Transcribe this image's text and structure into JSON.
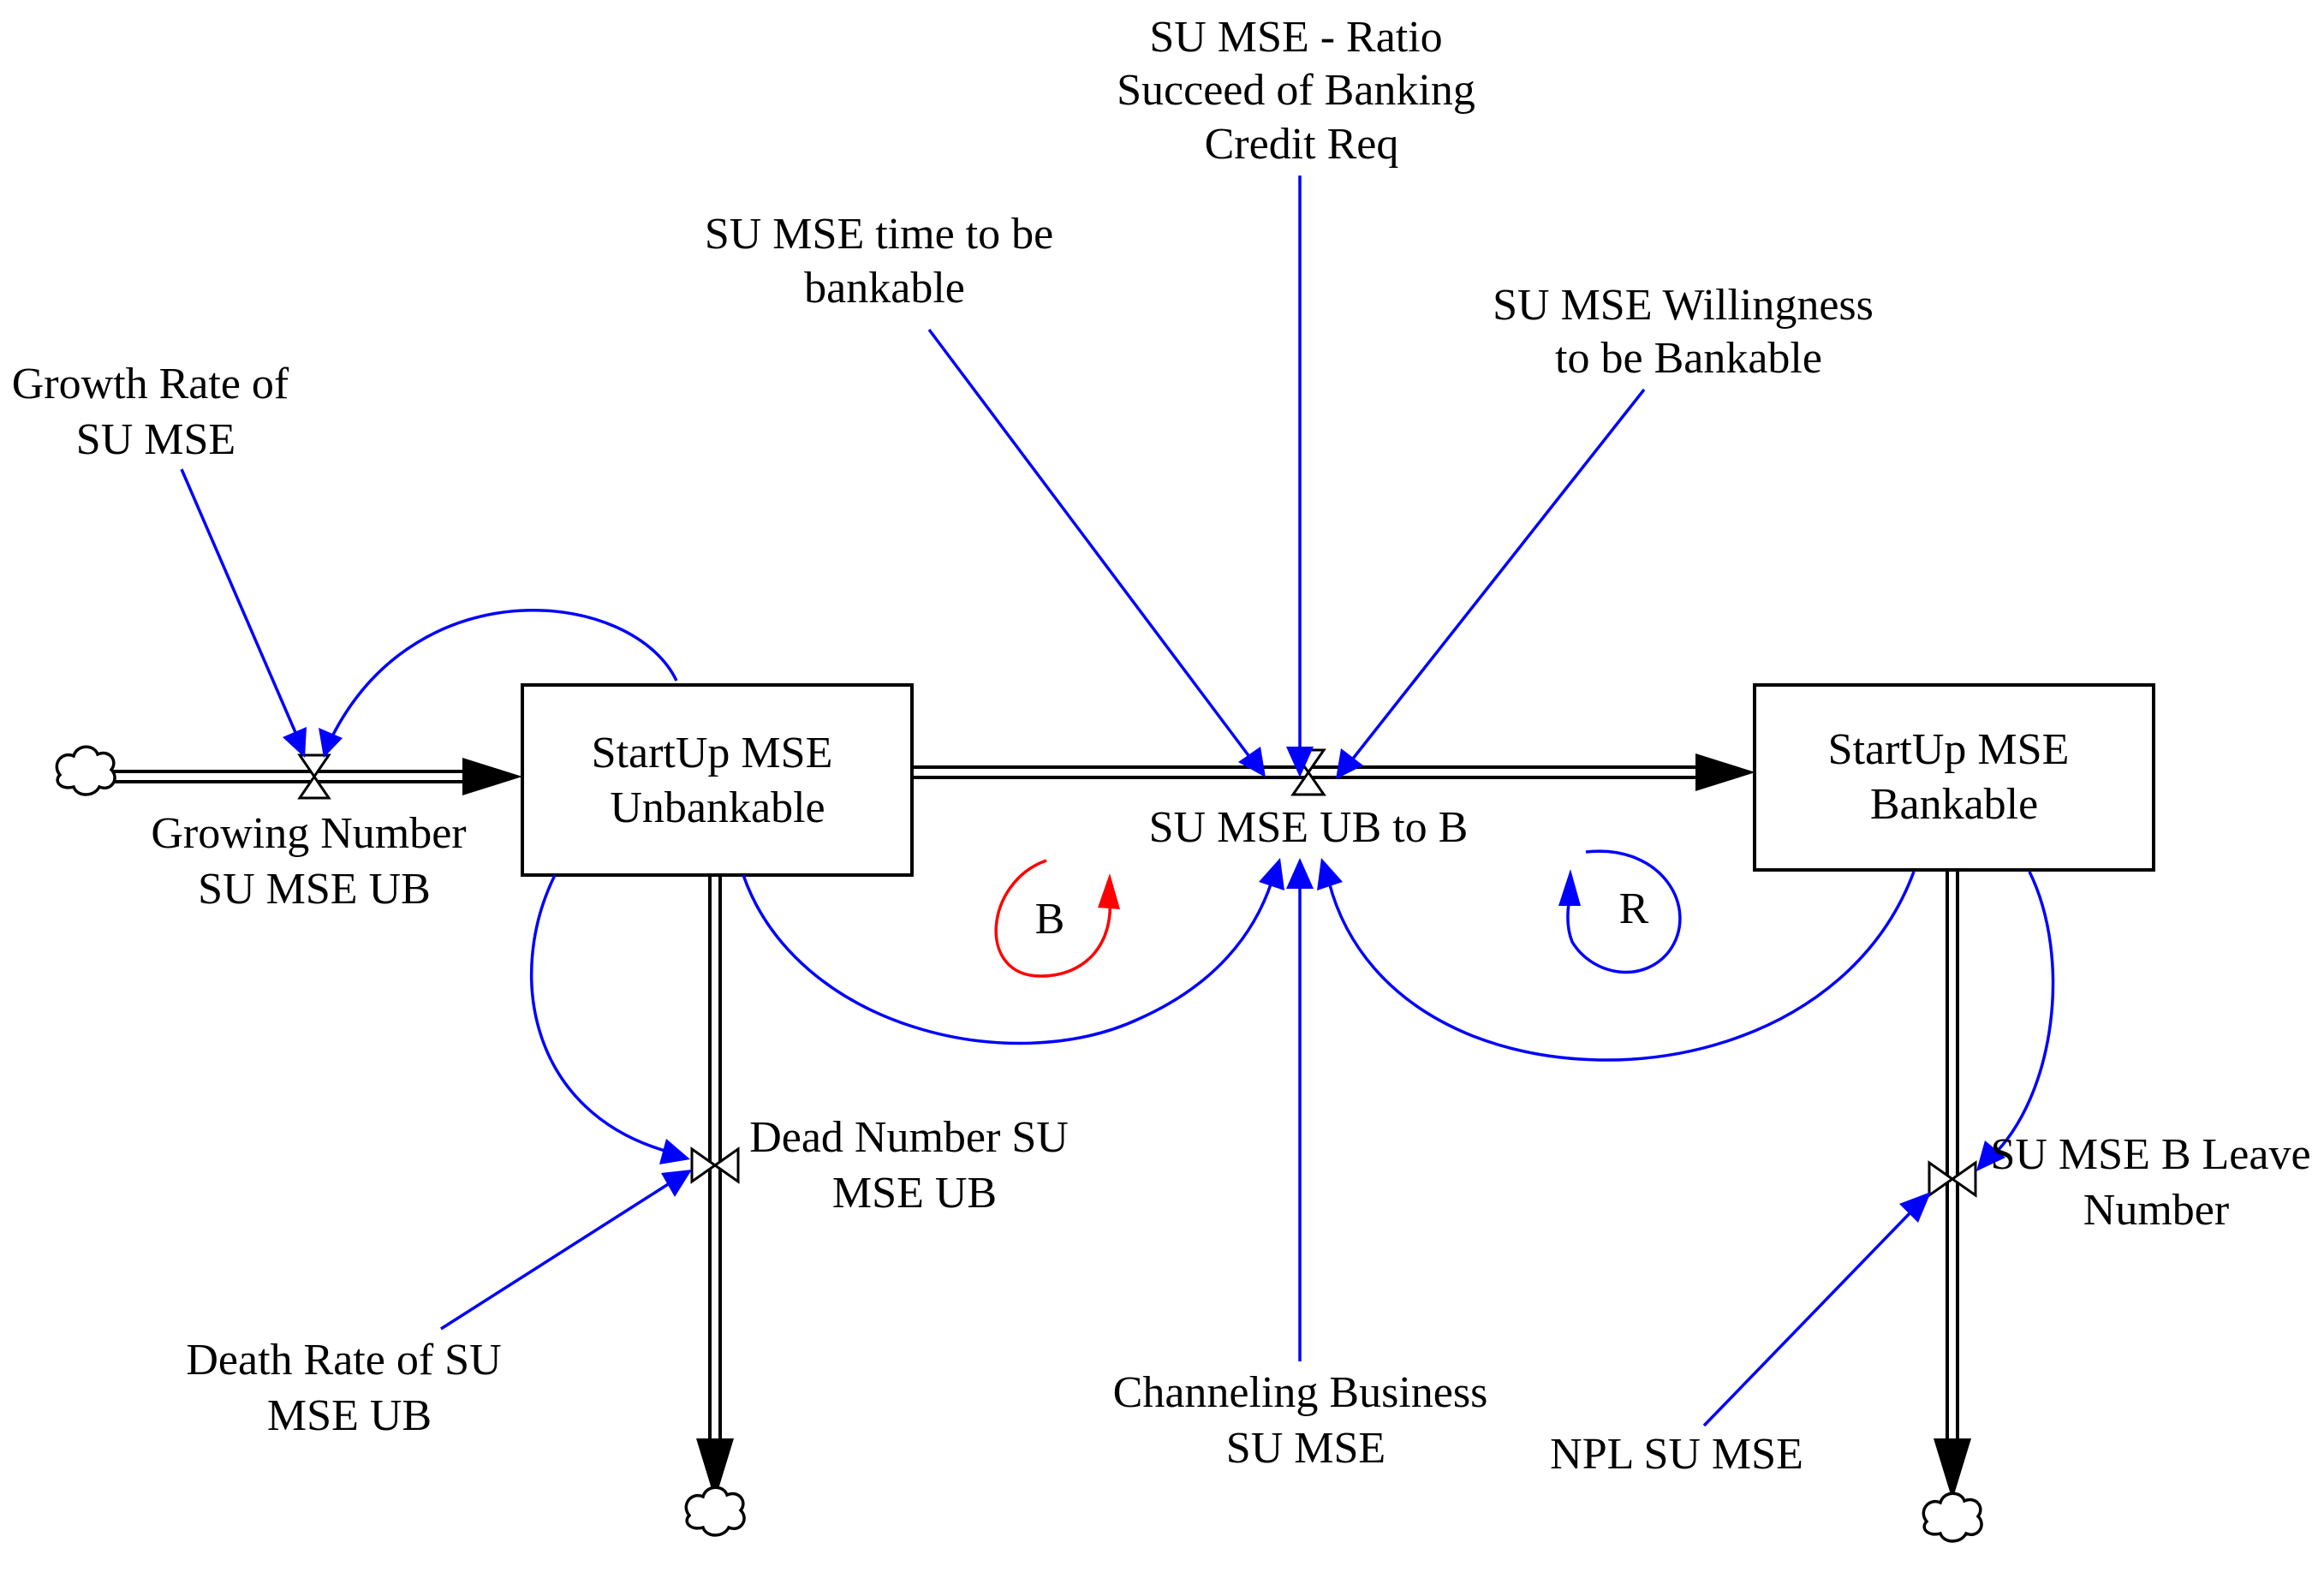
{
  "colors": {
    "link": "#0000ff",
    "balancing_loop": "#ff0000",
    "flow": "#000000",
    "background": "#ffffff"
  },
  "stocks": {
    "unbankable": [
      "StartUp MSE",
      "Unbankable"
    ],
    "bankable": [
      "StartUp MSE",
      "Bankable"
    ]
  },
  "flows": {
    "growing": [
      "Growing Number",
      "SU MSE UB"
    ],
    "ub_to_b": [
      "SU MSE UB to B"
    ],
    "dead": [
      "Dead Number SU",
      "MSE UB"
    ],
    "leave": [
      "SU MSE B Leave",
      "Number"
    ]
  },
  "auxiliaries": {
    "growth_rate": [
      "Growth Rate of",
      "SU MSE"
    ],
    "ratio_succeed": [
      "SU MSE - Ratio",
      "Succeed of Banking",
      "Credit Req"
    ],
    "time_bankable": [
      "SU MSE time to be",
      "bankable"
    ],
    "willingness": [
      "SU MSE Willingness",
      "to be Bankable"
    ],
    "death_rate": [
      "Death Rate of SU",
      "MSE UB"
    ],
    "channeling": [
      "Channeling Business",
      "SU MSE"
    ],
    "npl": [
      "NPL SU MSE"
    ]
  },
  "loops": {
    "balancing": "B",
    "reinforcing": "R"
  },
  "icons": {
    "source_sink": "cloud-icon",
    "flow_control": "valve-icon"
  }
}
